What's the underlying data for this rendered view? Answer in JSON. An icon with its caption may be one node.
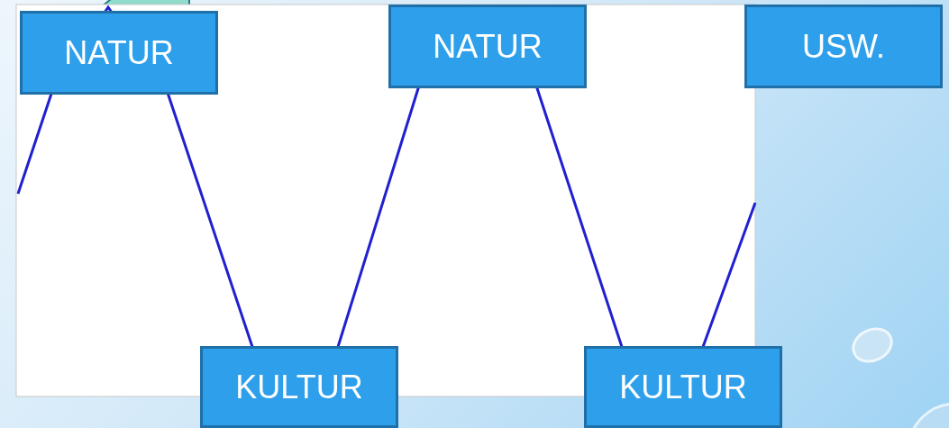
{
  "diagram": {
    "nodes": [
      {
        "text": [
          "NATUR"
        ]
      },
      {
        "text": [
          "NATUR"
        ]
      },
      {
        "text": [
          "USW."
        ]
      },
      {
        "text": [
          "KULTUR"
        ]
      },
      {
        "text": [
          "KULTUR"
        ]
      }
    ]
  }
}
